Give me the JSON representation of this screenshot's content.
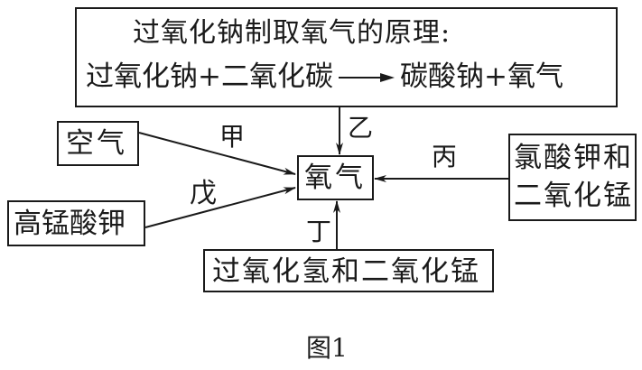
{
  "figure": {
    "caption": "图1",
    "principle_box": {
      "title": "过氧化钠制取氧气的原理:",
      "reactants": "过氧化钠+二氧化碳",
      "products": "碳酸钠+氧气"
    },
    "target": "氧气",
    "sources": [
      {
        "id": "air",
        "text": "空气",
        "route_label": "甲"
      },
      {
        "id": "principle",
        "text": "过氧化钠+二氧化碳→碳酸钠+氧气",
        "route_label": "乙"
      },
      {
        "id": "kclo3",
        "text_line1": "氯酸钾和",
        "text_line2": "二氧化锰",
        "route_label": "丙"
      },
      {
        "id": "h2o2",
        "text": "过氧化氢和二氧化锰",
        "route_label": "丁"
      },
      {
        "id": "kmno4",
        "text": "高锰酸钾",
        "route_label": "戊"
      }
    ],
    "line_color": "#1a1a1a"
  }
}
